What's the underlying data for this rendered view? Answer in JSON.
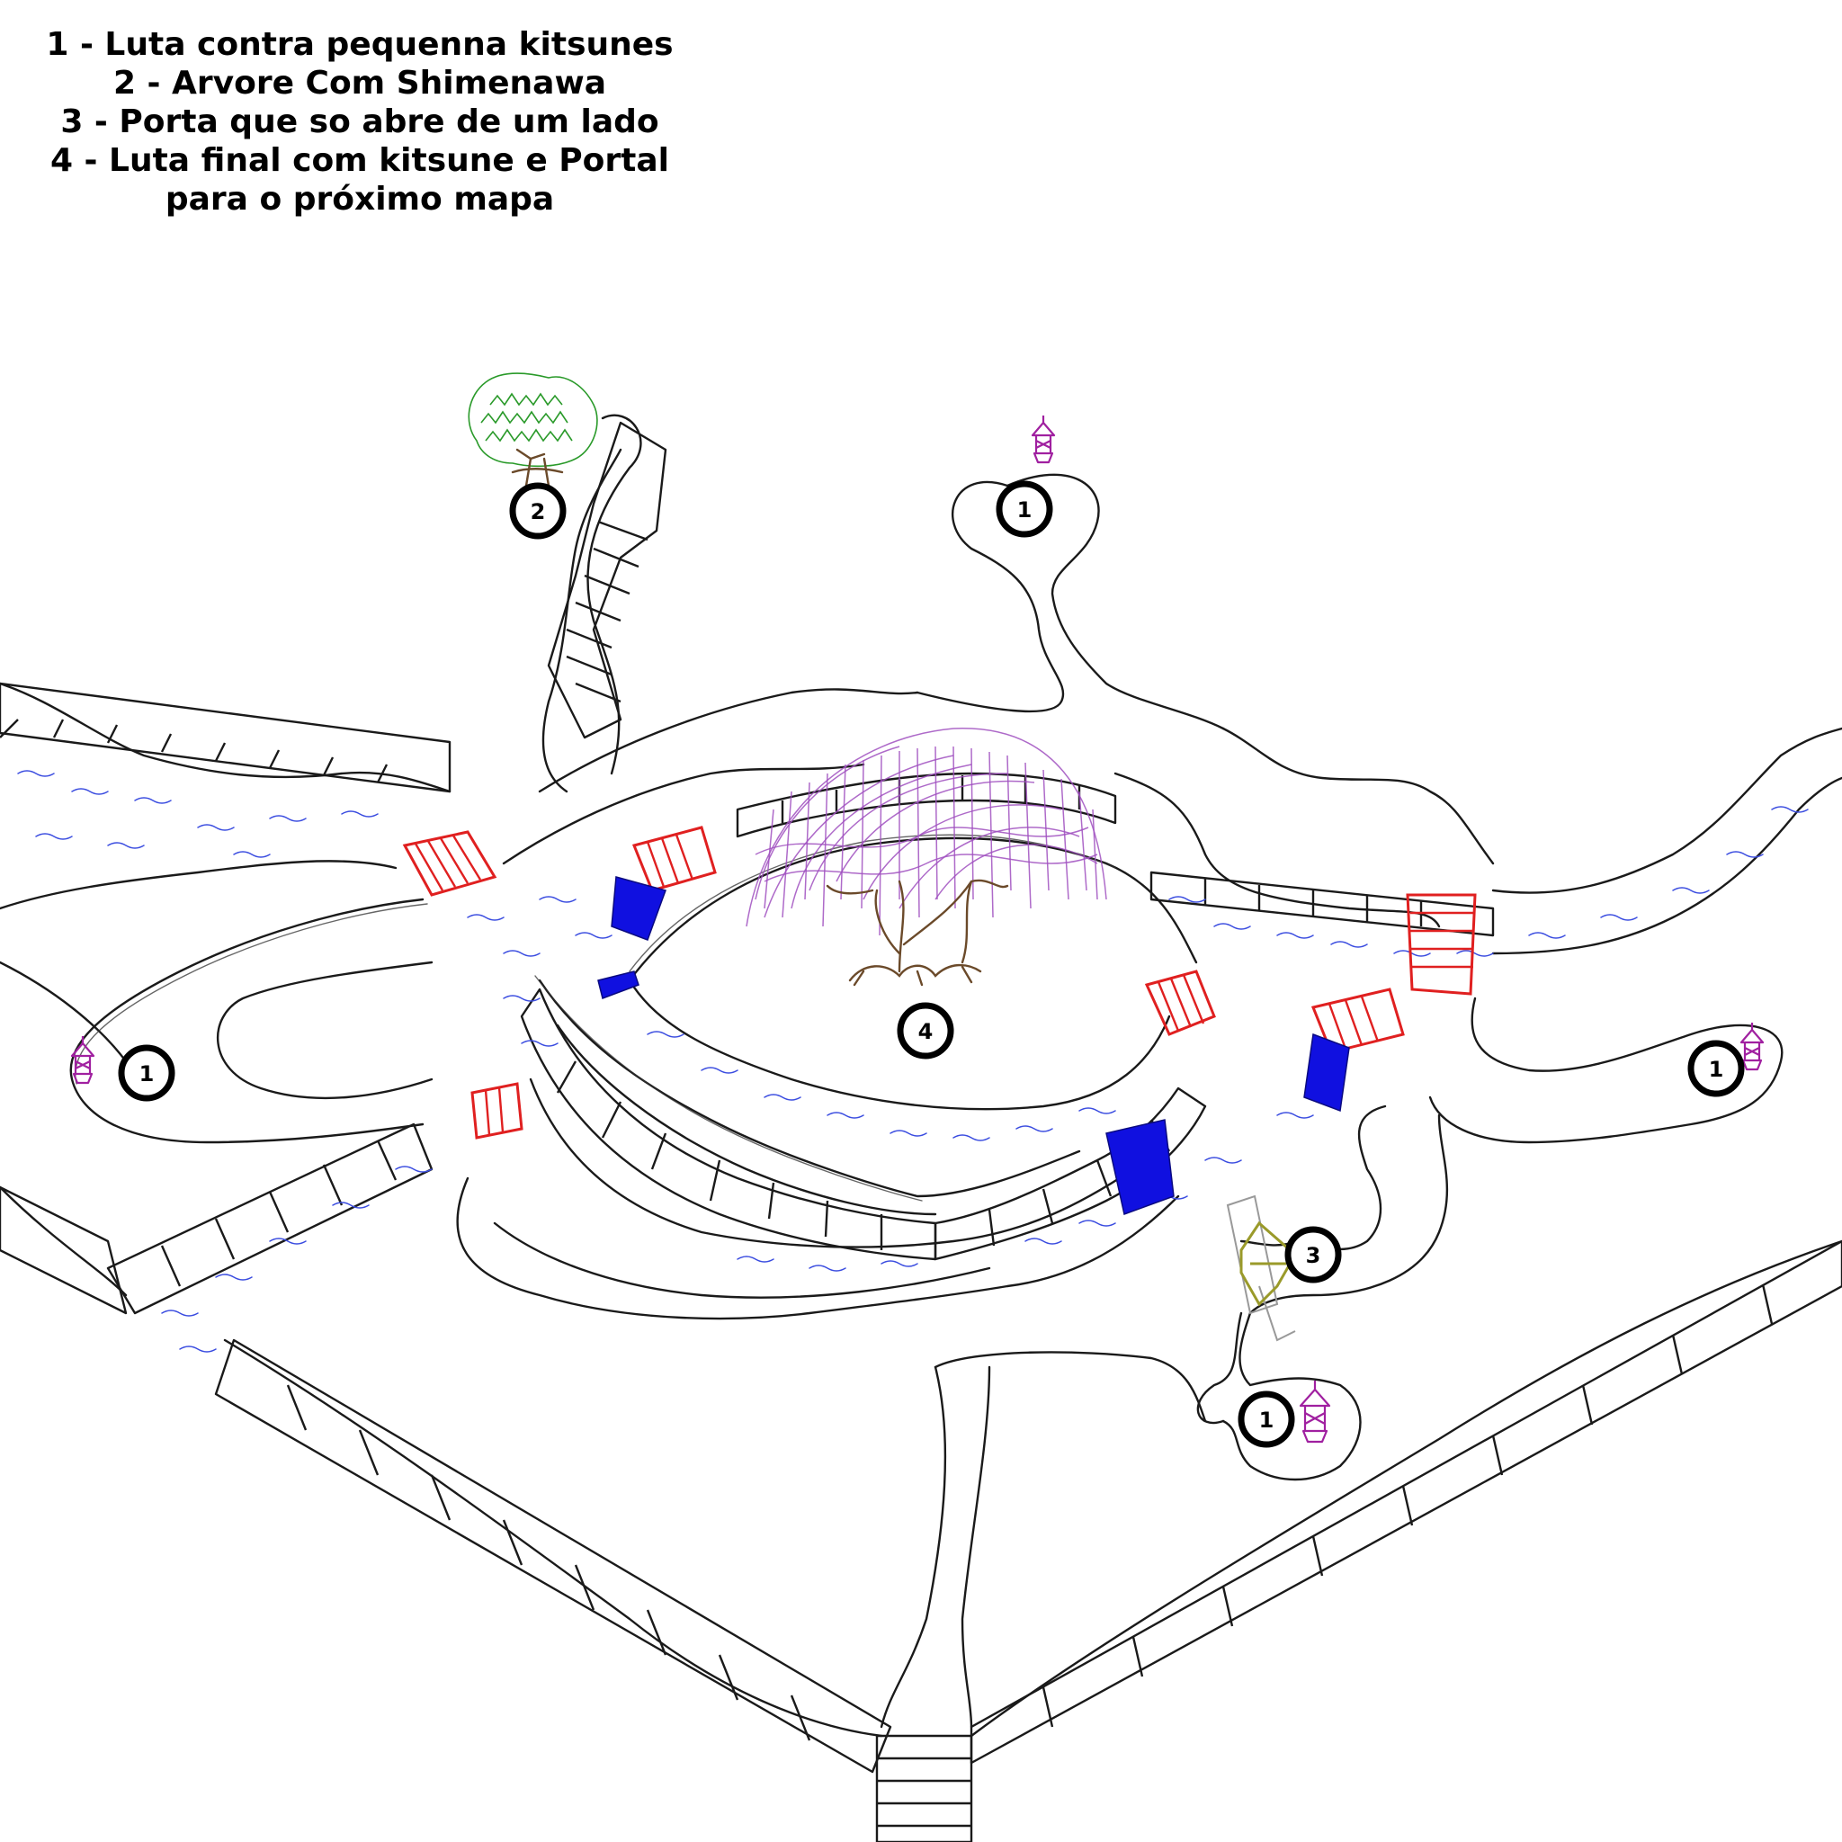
{
  "legend": [
    "1 - Luta contra pequenna kitsunes",
    "2 - Arvore Com Shimenawa",
    "3 - Porta que so abre de um lado",
    "4 - Luta final com kitsune e Portal",
    "para o próximo mapa"
  ],
  "markers": [
    {
      "id": "marker-1-north",
      "label": "1"
    },
    {
      "id": "marker-1-west",
      "label": "1"
    },
    {
      "id": "marker-1-east",
      "label": "1"
    },
    {
      "id": "marker-1-south",
      "label": "1"
    },
    {
      "id": "marker-2",
      "label": "2"
    },
    {
      "id": "marker-3",
      "label": "3"
    },
    {
      "id": "marker-4",
      "label": "4"
    }
  ],
  "colors": {
    "paths": "#1a1a1a",
    "water": "#3b4de0",
    "bridges": "#e02020",
    "waterfalls": "#1010e0",
    "lanterns": "#a020a0",
    "tree": "#2a9a2a",
    "willow": "#a050c0",
    "trunk": "#6b4a2a",
    "door": "#9a9a2a"
  },
  "icons": {
    "lantern": "stone-lantern-icon",
    "tree": "shimenawa-tree-icon",
    "willow": "kitsune-willow-tree-icon",
    "door": "one-way-door-icon",
    "bridge": "red-bridge-icon",
    "waterfall": "waterfall-icon"
  }
}
